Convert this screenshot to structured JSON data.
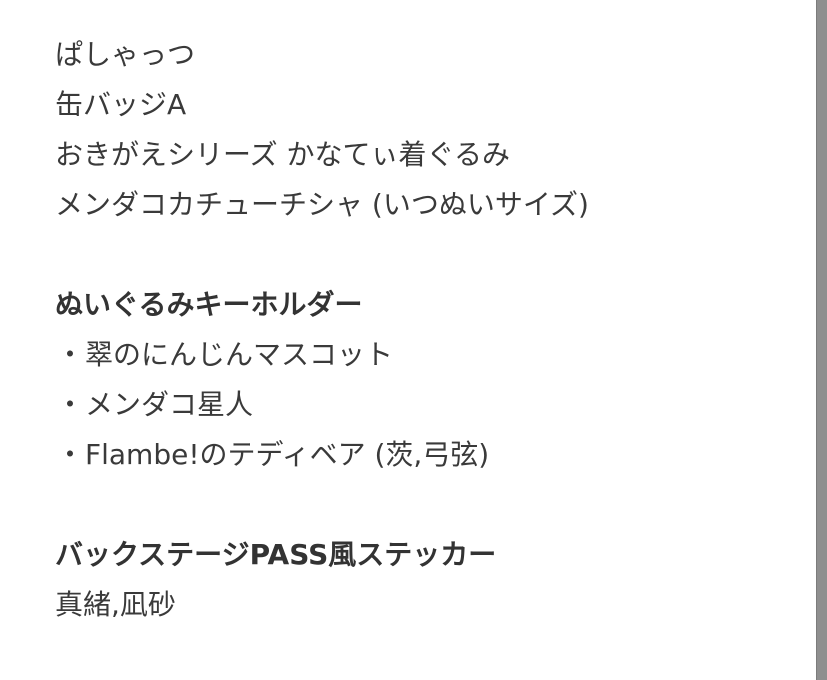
{
  "block1": {
    "lines": [
      "ぱしゃっつ",
      "缶バッジA",
      "おきがえシリーズ かなてぃ着ぐるみ",
      "メンダコカチューチシャ (いつぬいサイズ)"
    ]
  },
  "block2": {
    "heading": "ぬいぐるみキーホルダー",
    "bullet": "・",
    "items": [
      "翠のにんじんマスコット",
      "メンダコ星人",
      "Flambe!のテディベア (茨,弓弦)"
    ]
  },
  "block3": {
    "heading": "バックステージPASS風ステッカー",
    "lines": [
      "真緒,凪砂"
    ]
  }
}
